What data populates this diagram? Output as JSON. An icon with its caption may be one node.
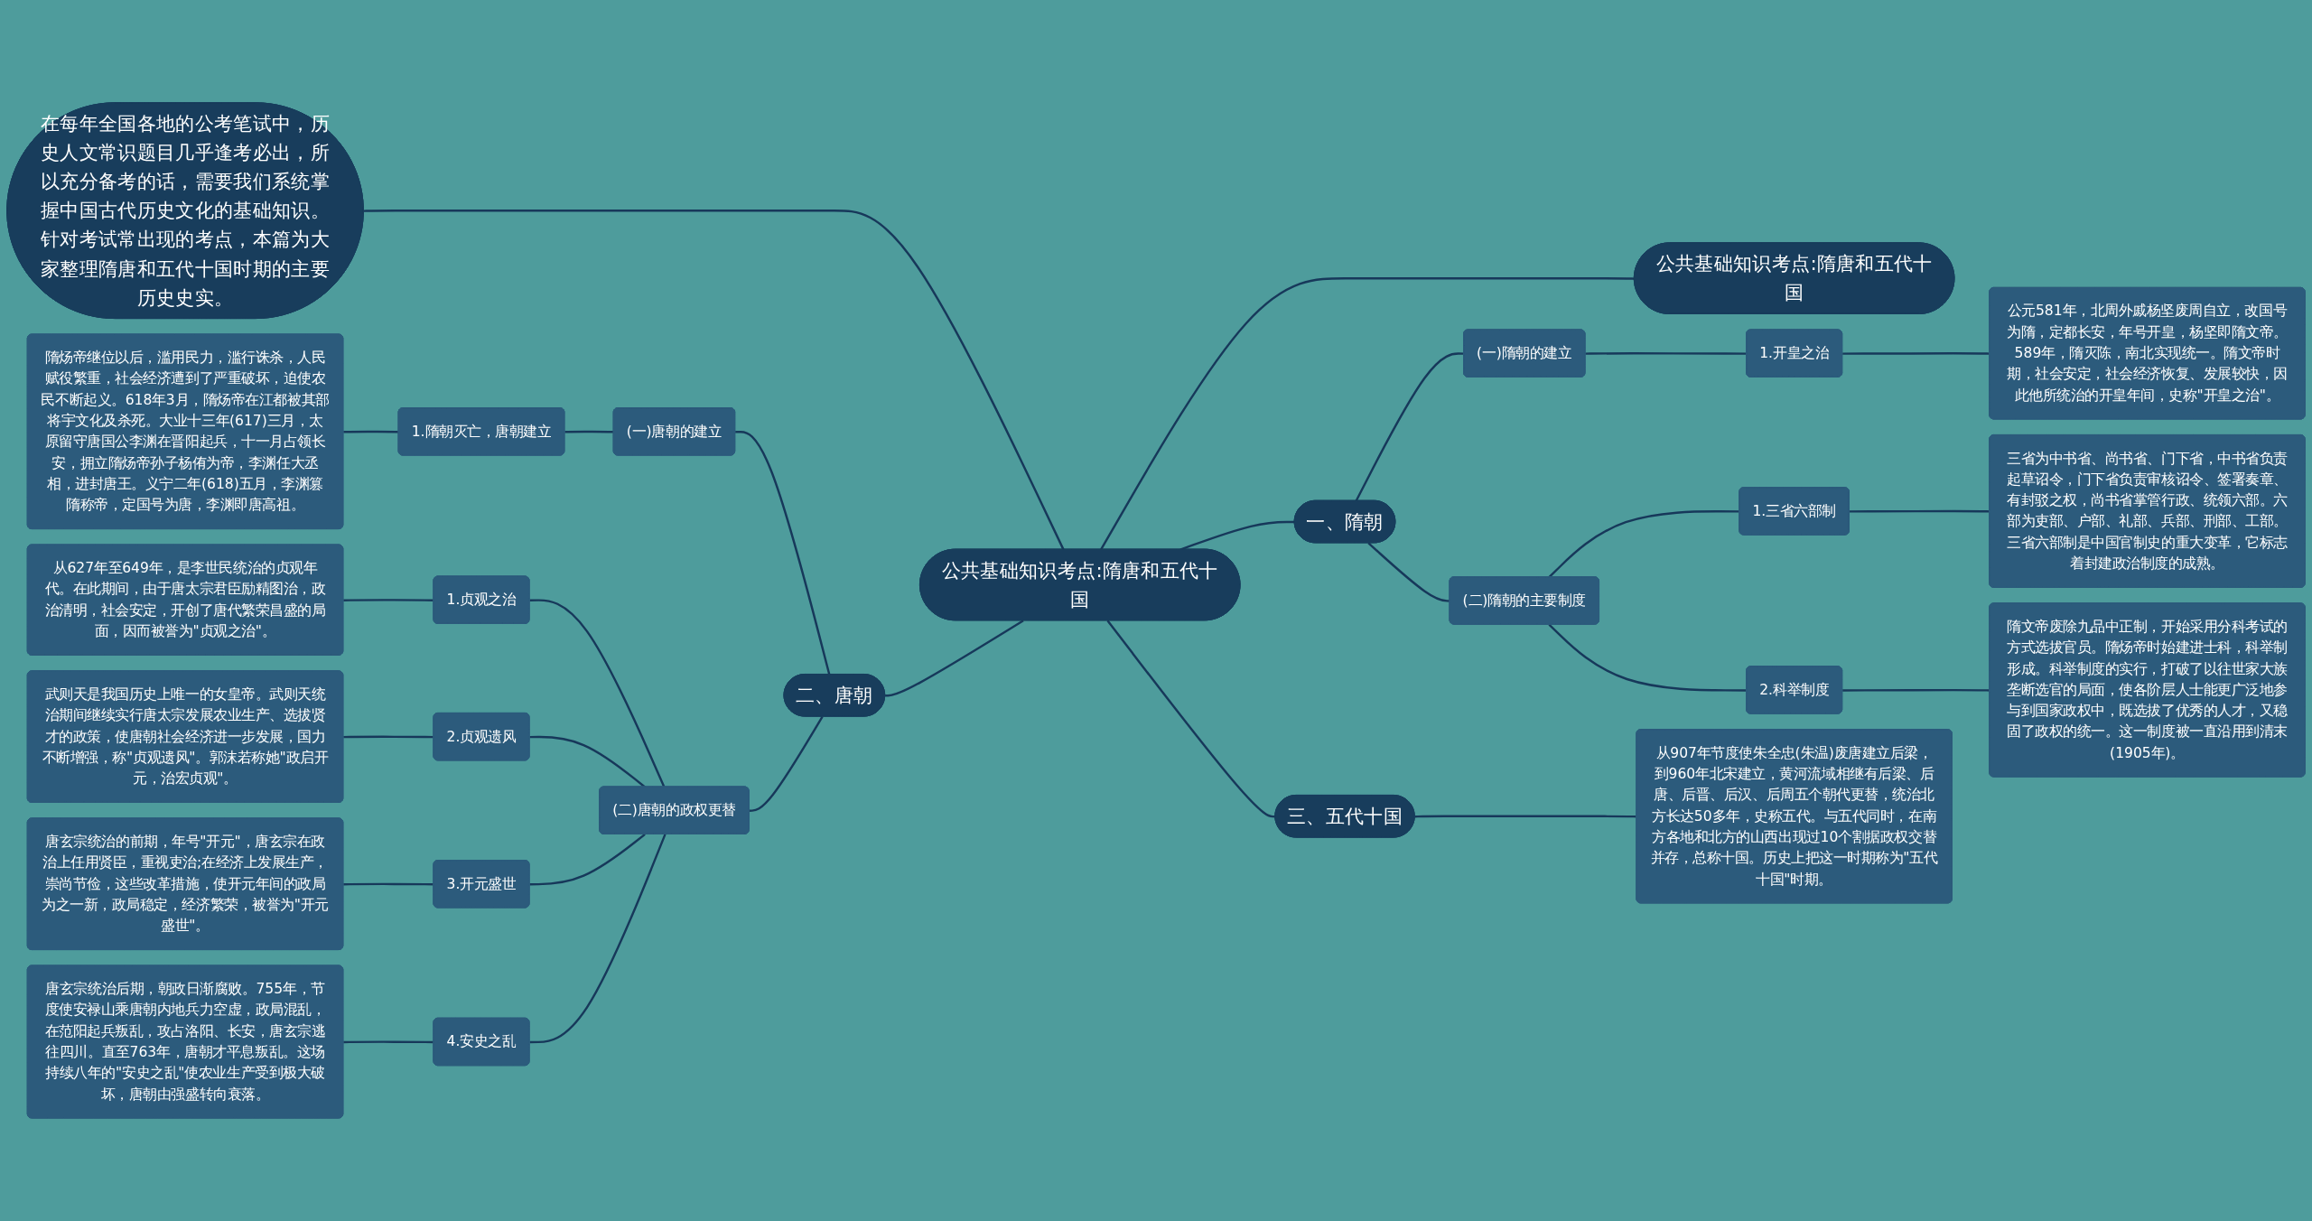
{
  "diagram": {
    "nodes": [
      {
        "text": [
          "公共基础知识考点:隋唐和五代十国"
        ]
      },
      {
        "text": [
          "公共基础知识考点:隋唐和五代十国"
        ]
      },
      {
        "text": [
          "在每年全国各地的公考笔试中，历史人文常识题目几乎逢考必出，所以充分备考的话，需要我们系统掌握中国古代历史文化的基础知识。针对考试常出现的考点，本篇为大家整理隋唐和五代十国时期的主要历史史实。"
        ]
      },
      {
        "text": [
          "一、隋朝"
        ]
      },
      {
        "text": [
          "(一)隋朝的建立"
        ]
      },
      {
        "text": [
          "1.开皇之治"
        ]
      },
      {
        "text": [
          "公元581年，北周外戚杨坚废周自立，改国号为隋，定都长安，年号开皇，杨坚即隋文帝。589年，隋灭陈，南北实现统一。隋文帝时期，社会安定，社会经济恢复、发展较快，因此他所统治的开皇年间，史称\"开皇之治\"。"
        ]
      },
      {
        "text": [
          "(二)隋朝的主要制度"
        ]
      },
      {
        "text": [
          "1.三省六部制"
        ]
      },
      {
        "text": [
          "三省为中书省、尚书省、门下省，中书省负责起草诏令，门下省负责审核诏令、签署奏章、有封驳之权，尚书省掌管行政、统领六部。六部为吏部、户部、礼部、兵部、刑部、工部。三省六部制是中国官制史的重大变革，它标志着封建政治制度的成熟。"
        ]
      },
      {
        "text": [
          "2.科举制度"
        ]
      },
      {
        "text": [
          "隋文帝废除九品中正制，开始采用分科考试的方式选拔官员。隋炀帝时始建进士科，科举制形成。科举制度的实行，打破了以往世家大族垄断选官的局面，使各阶层人士能更广泛地参与到国家政权中，既选拔了优秀的人才，又稳固了政权的统一。这一制度被一直沿用到清末(1905年)。"
        ]
      },
      {
        "text": [
          "二、唐朝"
        ]
      },
      {
        "text": [
          "(一)唐朝的建立"
        ]
      },
      {
        "text": [
          "1.隋朝灭亡，唐朝建立"
        ]
      },
      {
        "text": [
          "隋炀帝继位以后，滥用民力，滥行诛杀，人民赋役繁重，社会经济遭到了严重破坏，迫使农民不断起义。618年3月，隋炀帝在江都被其部将宇文化及杀死。大业十三年(617)三月，太原留守唐国公李渊在晋阳起兵，十一月占领长安，拥立隋炀帝孙子杨侑为帝，李渊任大丞相，进封唐王。义宁二年(618)五月，李渊篡隋称帝，定国号为唐，李渊即唐高祖。"
        ]
      },
      {
        "text": [
          "(二)唐朝的政权更替"
        ]
      },
      {
        "text": [
          "1.贞观之治"
        ]
      },
      {
        "text": [
          "从627年至649年，是李世民统治的贞观年代。在此期间，由于唐太宗君臣励精图治，政治清明，社会安定，开创了唐代繁荣昌盛的局面，因而被誉为\"贞观之治\"。"
        ]
      },
      {
        "text": [
          "2.贞观遗风"
        ]
      },
      {
        "text": [
          "武则天是我国历史上唯一的女皇帝。武则天统治期间继续实行唐太宗发展农业生产、选拔贤才的政策，使唐朝社会经济进一步发展，国力不断增强，称\"贞观遗风\"。郭沫若称她\"政启开元，治宏贞观\"。"
        ]
      },
      {
        "text": [
          "3.开元盛世"
        ]
      },
      {
        "text": [
          "唐玄宗统治的前期，年号\"开元\"，唐玄宗在政治上任用贤臣，重视吏治;在经济上发展生产，崇尚节俭，这些改革措施，使开元年间的政局为之一新，政局稳定，经济繁荣，被誉为\"开元盛世\"。"
        ]
      },
      {
        "text": [
          "4.安史之乱"
        ]
      },
      {
        "text": [
          "唐玄宗统治后期，朝政日渐腐败。755年，节度使安禄山乘唐朝内地兵力空虚，政局混乱，在范阳起兵叛乱，攻占洛阳、长安，唐玄宗逃往四川。直至763年，唐朝才平息叛乱。这场持续八年的\"安史之乱\"使农业生产受到极大破坏，唐朝由强盛转向衰落。"
        ]
      },
      {
        "text": [
          "三、五代十国"
        ]
      },
      {
        "text": [
          "从907年节度使朱全忠(朱温)废唐建立后梁，到960年北宋建立，黄河流域相继有后梁、后唐、后晋、后汉、后周五个朝代更替，统治北方长达50多年，史称五代。与五代同时，在南方各地和北方的山西出现过10个割据政权交替并存，总称十国。历史上把这一时期称为\"五代十国\"时期。"
        ]
      }
    ],
    "edges": [
      {
        "from": 0,
        "to": 1,
        "arrow": "none"
      },
      {
        "from": 2,
        "to": 0,
        "arrow": "none"
      },
      {
        "from": 0,
        "to": 3,
        "arrow": "none"
      },
      {
        "from": 3,
        "to": 4,
        "arrow": "none"
      },
      {
        "from": 4,
        "to": 5,
        "arrow": "none"
      },
      {
        "from": 5,
        "to": 6,
        "arrow": "none"
      },
      {
        "from": 3,
        "to": 7,
        "arrow": "none"
      },
      {
        "from": 7,
        "to": 8,
        "arrow": "none"
      },
      {
        "from": 8,
        "to": 9,
        "arrow": "none"
      },
      {
        "from": 7,
        "to": 10,
        "arrow": "none"
      },
      {
        "from": 10,
        "to": 11,
        "arrow": "none"
      },
      {
        "from": 12,
        "to": 0,
        "arrow": "none"
      },
      {
        "from": 13,
        "to": 12,
        "arrow": "none"
      },
      {
        "from": 14,
        "to": 13,
        "arrow": "none"
      },
      {
        "from": 15,
        "to": 14,
        "arrow": "none"
      },
      {
        "from": 16,
        "to": 12,
        "arrow": "none"
      },
      {
        "from": 17,
        "to": 16,
        "arrow": "none"
      },
      {
        "from": 18,
        "to": 17,
        "arrow": "none"
      },
      {
        "from": 19,
        "to": 16,
        "arrow": "none"
      },
      {
        "from": 20,
        "to": 19,
        "arrow": "none"
      },
      {
        "from": 21,
        "to": 16,
        "arrow": "none"
      },
      {
        "from": 22,
        "to": 21,
        "arrow": "none"
      },
      {
        "from": 23,
        "to": 16,
        "arrow": "none"
      },
      {
        "from": 24,
        "to": 23,
        "arrow": "none"
      },
      {
        "from": 0,
        "to": 25,
        "arrow": "none"
      },
      {
        "from": 25,
        "to": 26,
        "arrow": "none"
      }
    ]
  }
}
